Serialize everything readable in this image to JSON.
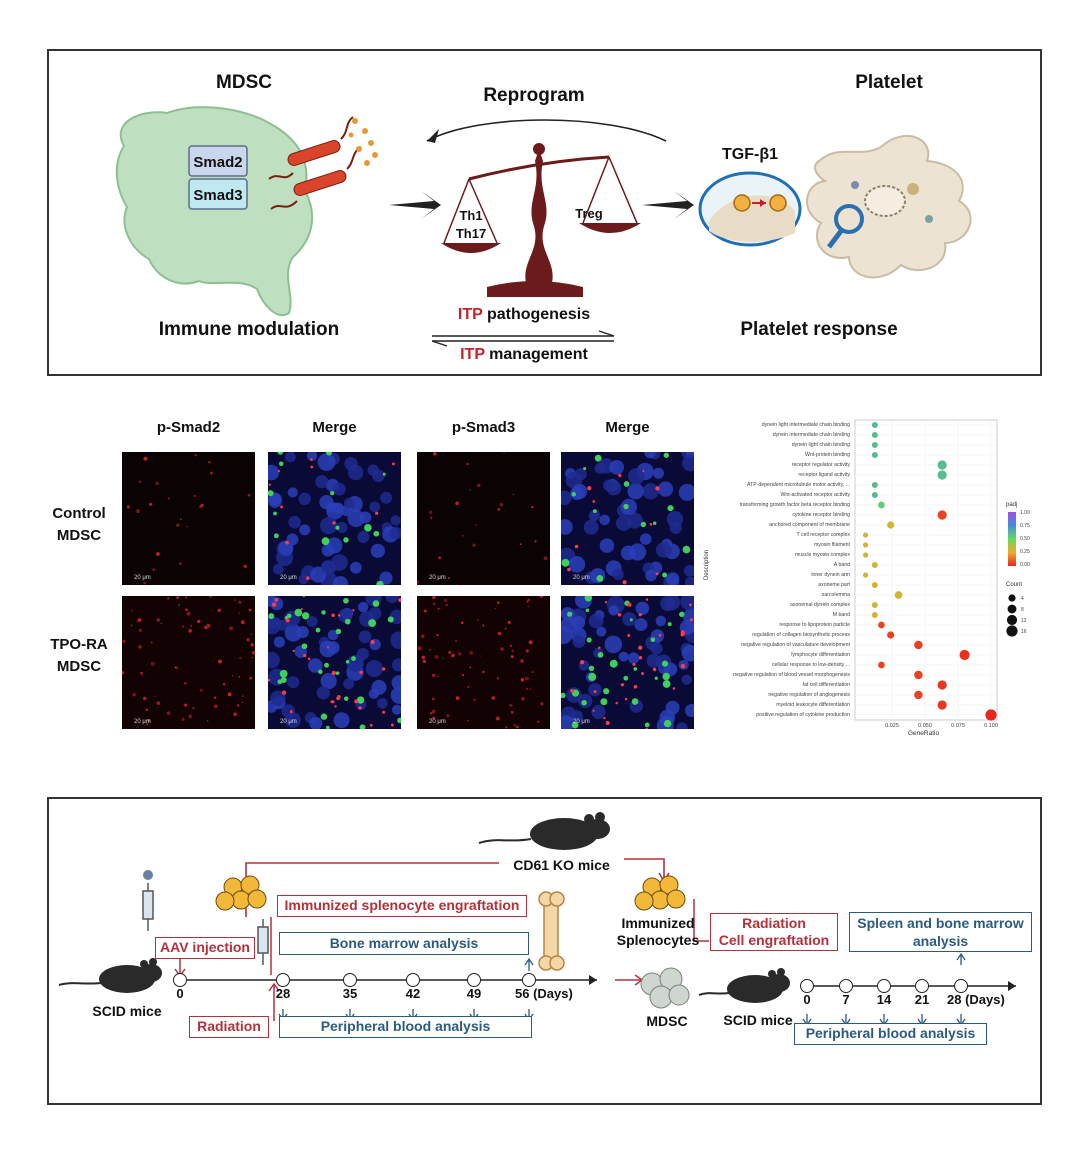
{
  "mechanism": {
    "mdsc_title": "MDSC",
    "smad2": "Smad2",
    "smad3": "Smad3",
    "immune_label": "Immune modulation",
    "reprogram": "Reprogram",
    "th1": "Th1",
    "th17": "Th17",
    "treg": "Treg",
    "itp_word": "ITP",
    "pathogenesis": "pathogenesis",
    "management": "management",
    "platelet_title": "Platelet",
    "tgf": "TGF-β1",
    "platelet_response": "Platelet response"
  },
  "microscopy": {
    "col_psmad2": "p-Smad2",
    "col_merge1": "Merge",
    "col_psmad3": "p-Smad3",
    "col_merge2": "Merge",
    "row_control_1": "Control",
    "row_control_2": "MDSC",
    "row_tpo_1": "TPO-RA",
    "row_tpo_2": "MDSC",
    "scale": "20 μm"
  },
  "chart_data": {
    "type": "scatter",
    "xlabel": "GeneRatio",
    "ylabel": "Description",
    "xlim": [
      0.0,
      0.1
    ],
    "xticks": [
      "0.025",
      "0.050",
      "0.075",
      "0.100"
    ],
    "grid": true,
    "legend_color_title": "padj",
    "legend_color_ticks": [
      "1.00",
      "0.75",
      "0.50",
      "0.25",
      "0.00"
    ],
    "legend_size_title": "Count",
    "legend_size_ticks": [
      "4",
      "8",
      "12",
      "16"
    ],
    "points": [
      {
        "term": "dynein light intermediate chain binding",
        "x": 0.012,
        "padj": 0.6,
        "count": 2
      },
      {
        "term": "dynein intermediate chain binding",
        "x": 0.012,
        "padj": 0.6,
        "count": 2
      },
      {
        "term": "dynein light chain binding",
        "x": 0.012,
        "padj": 0.6,
        "count": 2
      },
      {
        "term": "Wnt-protein binding",
        "x": 0.012,
        "padj": 0.6,
        "count": 2
      },
      {
        "term": "receptor regulator activity",
        "x": 0.063,
        "padj": 0.6,
        "count": 9
      },
      {
        "term": "receptor ligand activity",
        "x": 0.063,
        "padj": 0.6,
        "count": 9
      },
      {
        "term": "ATP-dependent microtubule motor activity, ...",
        "x": 0.012,
        "padj": 0.6,
        "count": 2
      },
      {
        "term": "Wnt-activated receptor activity",
        "x": 0.012,
        "padj": 0.6,
        "count": 2
      },
      {
        "term": "transforming growth factor beta receptor binding",
        "x": 0.017,
        "padj": 0.55,
        "count": 3
      },
      {
        "term": "cytokine receptor binding",
        "x": 0.063,
        "padj": 0.05,
        "count": 9
      },
      {
        "term": "anchored component of membrane",
        "x": 0.024,
        "padj": 0.3,
        "count": 4
      },
      {
        "term": "T cell receptor complex",
        "x": 0.005,
        "padj": 0.3,
        "count": 1
      },
      {
        "term": "myosin filament",
        "x": 0.005,
        "padj": 0.3,
        "count": 1
      },
      {
        "term": "muscle myosin complex",
        "x": 0.005,
        "padj": 0.3,
        "count": 1
      },
      {
        "term": "A band",
        "x": 0.012,
        "padj": 0.3,
        "count": 2
      },
      {
        "term": "inner dynein arm",
        "x": 0.005,
        "padj": 0.3,
        "count": 1
      },
      {
        "term": "axoneme part",
        "x": 0.012,
        "padj": 0.3,
        "count": 2
      },
      {
        "term": "sarcolemma",
        "x": 0.03,
        "padj": 0.3,
        "count": 5
      },
      {
        "term": "axonemal dynein complex",
        "x": 0.012,
        "padj": 0.3,
        "count": 2
      },
      {
        "term": "M band",
        "x": 0.012,
        "padj": 0.3,
        "count": 2
      },
      {
        "term": "response to lipoprotein particle",
        "x": 0.017,
        "padj": 0.05,
        "count": 3
      },
      {
        "term": "regulation of collagen biosynthetic process",
        "x": 0.024,
        "padj": 0.05,
        "count": 4
      },
      {
        "term": "negative regulation of vasculature development",
        "x": 0.045,
        "padj": 0.05,
        "count": 7
      },
      {
        "term": "lymphocyte differentiation",
        "x": 0.08,
        "padj": 0.02,
        "count": 12
      },
      {
        "term": "cellular response to low-density ...",
        "x": 0.017,
        "padj": 0.05,
        "count": 3
      },
      {
        "term": "negative regulation of blood vessel morphogenesis",
        "x": 0.045,
        "padj": 0.05,
        "count": 7
      },
      {
        "term": "fat cell differentiation",
        "x": 0.063,
        "padj": 0.03,
        "count": 9
      },
      {
        "term": "negative regulation of angiogenesis",
        "x": 0.045,
        "padj": 0.05,
        "count": 7
      },
      {
        "term": "myeloid leukocyte differentiation",
        "x": 0.063,
        "padj": 0.03,
        "count": 9
      },
      {
        "term": "positive regulation of cytokine production",
        "x": 0.1,
        "padj": 0.0,
        "count": 16
      }
    ]
  },
  "timeline": {
    "cd61": "CD61 KO mice",
    "immunized_splenocyte_engraftation": "Immunized splenocyte engraftation",
    "aav": "AAV injection",
    "bone_marrow": "Bone marrow analysis",
    "scid_left": "SCID mice",
    "radiation_left": "Radiation",
    "peripheral_left": "Peripheral blood analysis",
    "days_left": [
      "0",
      "28",
      "35",
      "42",
      "49",
      "56 (Days)"
    ],
    "immunized_1": "Immunized",
    "immunized_2": "Splenocytes",
    "mdsc": "MDSC",
    "radiation_right_1": "Radiation",
    "radiation_right_2": "Cell engraftation",
    "spleen_1": "Spleen and bone marrow",
    "spleen_2": "analysis",
    "scid_right": "SCID mice",
    "days_right": [
      "0",
      "7",
      "14",
      "21",
      "28 (Days)"
    ],
    "peripheral_right": "Peripheral blood analysis"
  }
}
